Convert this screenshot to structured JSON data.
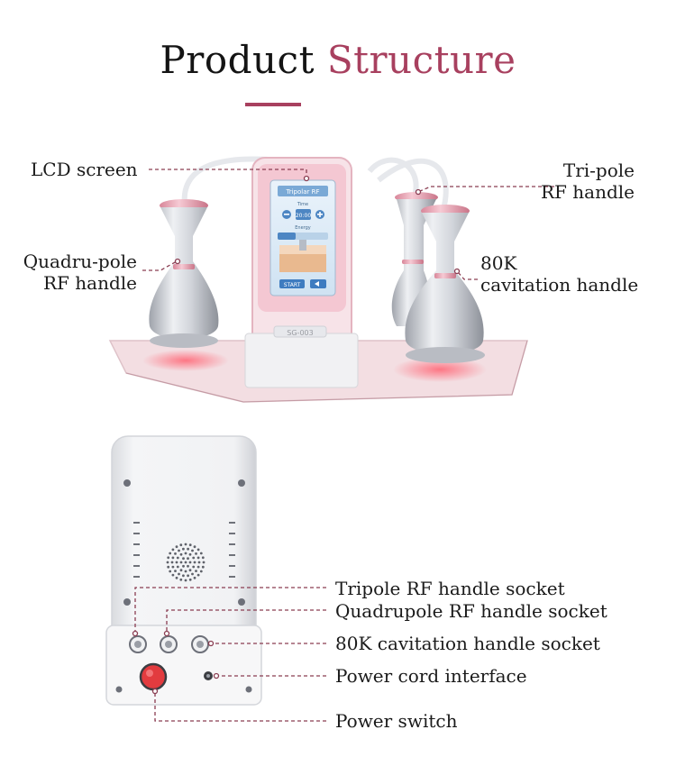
{
  "header": {
    "title_part1": "Product",
    "title_part2": "Structure"
  },
  "front_view": {
    "labels": {
      "lcd_screen": "LCD screen",
      "tripole_line1": "Tri-pole",
      "tripole_line2": "RF handle",
      "quadrupole_line1": "Quadru-pole",
      "quadrupole_line2": "RF handle",
      "cavitation_line1": "80K",
      "cavitation_line2": "cavitation handle"
    },
    "screen_ui": {
      "title": "Tripolar RF",
      "time_label": "Time",
      "time_value": "20:00",
      "energy_label": "Energy",
      "start_button": "START",
      "model": "SG-003"
    }
  },
  "back_view": {
    "labels": {
      "tripole_socket": "Tripole RF handle socket",
      "quadrupole_socket": "Quadrupole RF handle socket",
      "cavitation_socket": "80K cavitation handle socket",
      "power_cord": "Power cord interface",
      "power_switch": "Power switch"
    }
  },
  "colors": {
    "accent": "#a8405f",
    "leader_line": "#8a3d52",
    "device_pink": "#eaa3b4",
    "device_silver": "#c9ccd2",
    "switch_red": "#e23b3f"
  }
}
